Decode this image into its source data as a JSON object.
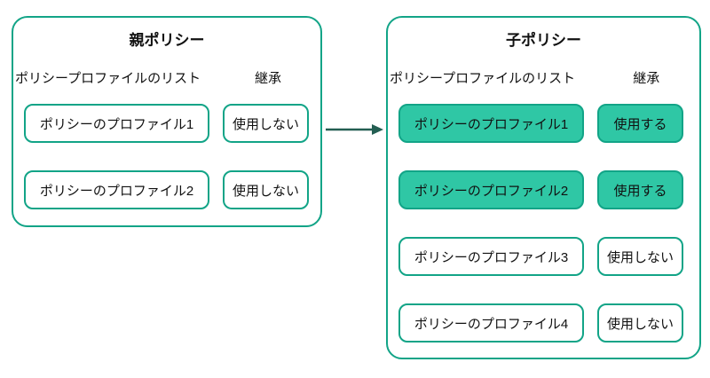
{
  "diagram": {
    "colors": {
      "outline": "#12a487",
      "fill": "#2fc7a5",
      "arrow": "#235e52",
      "text": "#111111"
    },
    "parent": {
      "title": "親ポリシー",
      "list_header": "ポリシープロファイルのリスト",
      "inherit_header": "継承",
      "rows": [
        {
          "profile": "ポリシーのプロファイル1",
          "inherit": "使用しない",
          "active": false
        },
        {
          "profile": "ポリシーのプロファイル2",
          "inherit": "使用しない",
          "active": false
        }
      ]
    },
    "child": {
      "title": "子ポリシー",
      "list_header": "ポリシープロファイルのリスト",
      "inherit_header": "継承",
      "rows": [
        {
          "profile": "ポリシーのプロファイル1",
          "inherit": "使用する",
          "active": true
        },
        {
          "profile": "ポリシーのプロファイル2",
          "inherit": "使用する",
          "active": true
        },
        {
          "profile": "ポリシーのプロファイル3",
          "inherit": "使用しない",
          "active": false
        },
        {
          "profile": "ポリシーのプロファイル4",
          "inherit": "使用しない",
          "active": false
        }
      ]
    }
  }
}
